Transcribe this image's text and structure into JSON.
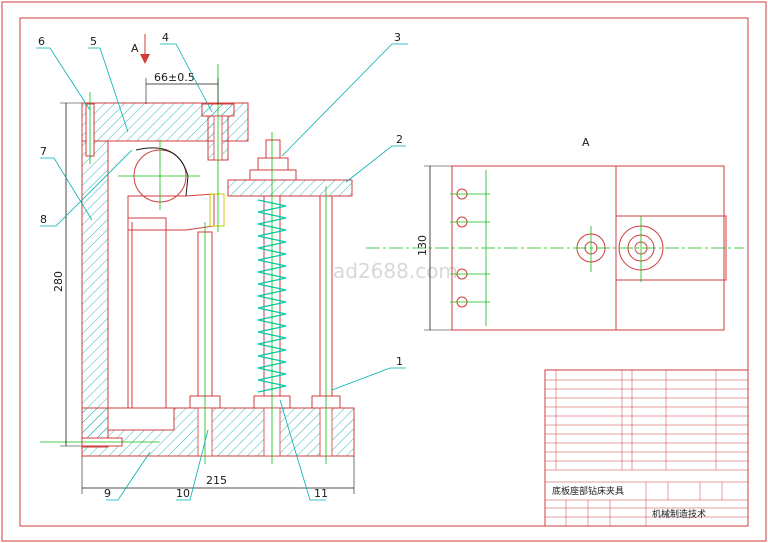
{
  "colors": {
    "outline": "#d23c3c",
    "hatch": "#00a8a8",
    "center": "#11bb11",
    "leader": "#00b0b0",
    "dim": "#1a1a1a",
    "spring": "#00ccaa"
  },
  "balloons": [
    "6",
    "5",
    "4",
    "3",
    "2",
    "7",
    "8",
    "1",
    "9",
    "10",
    "11"
  ],
  "dimensions": {
    "top_width": "66±0.5",
    "height": "280",
    "base_width": "215",
    "side_height": "130"
  },
  "view_labels": {
    "section_arrow": "A",
    "view_a": "A"
  },
  "watermark": "cad2688.com",
  "title_block": {
    "title": "底板座部钻床夹具",
    "company": "机械制造技术"
  }
}
